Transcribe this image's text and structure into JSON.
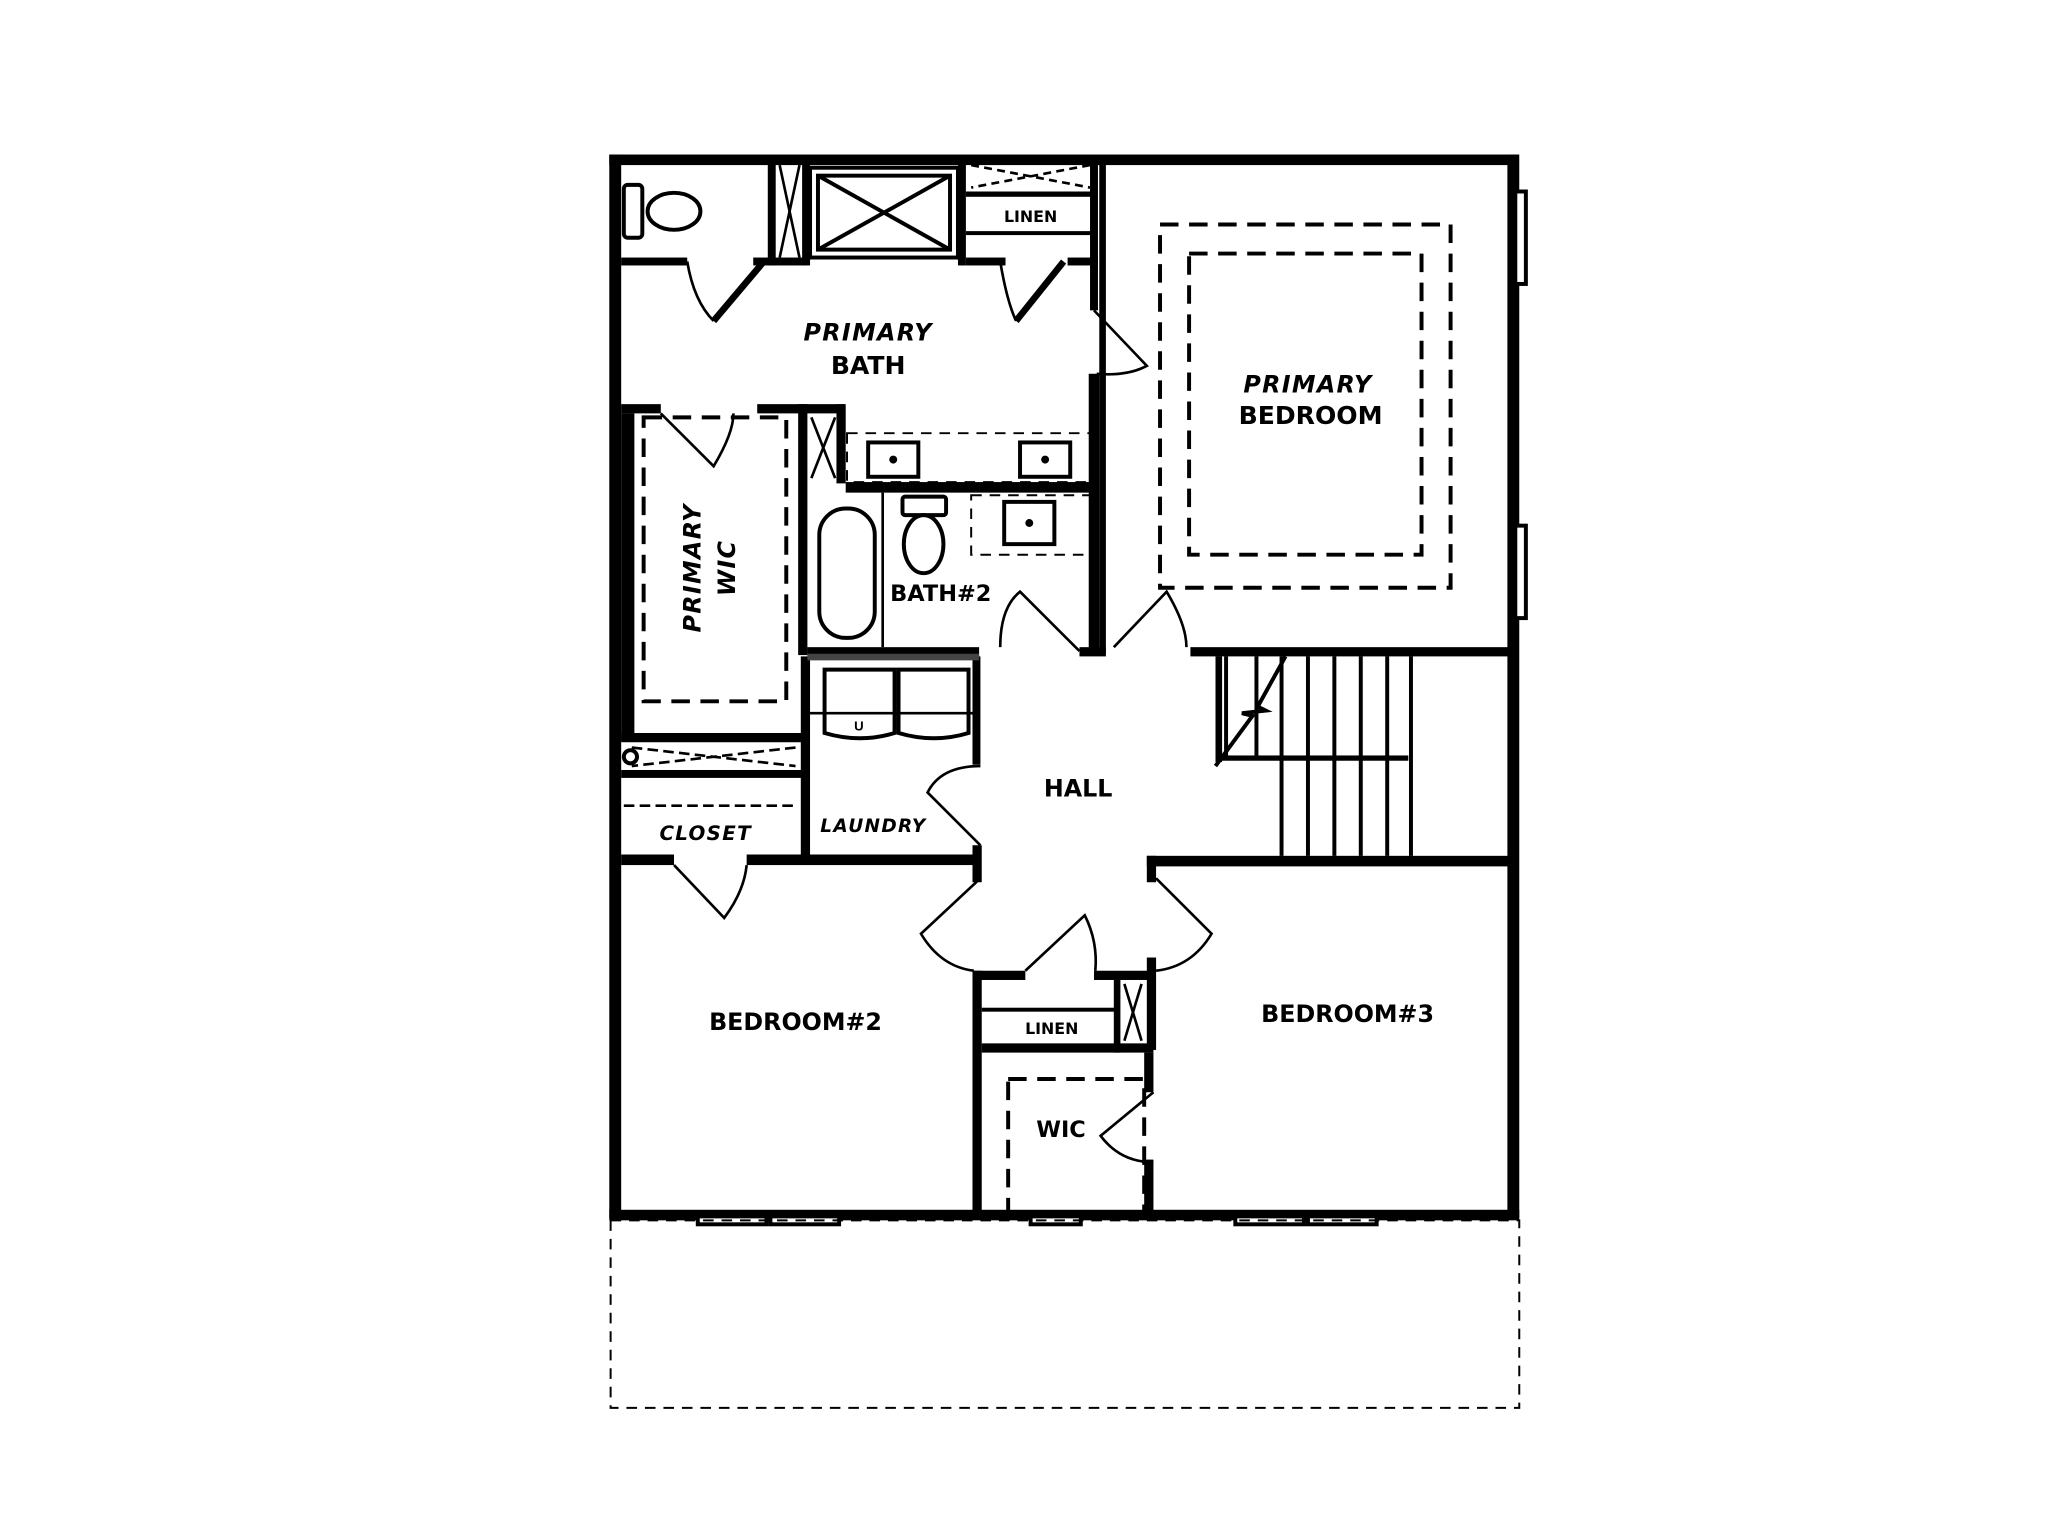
{
  "plan": {
    "rooms": {
      "primary_bath": {
        "line1": "PRIMARY",
        "line2": "BATH"
      },
      "primary_bedroom": {
        "line1": "PRIMARY",
        "line2": "BEDROOM"
      },
      "primary_wic": {
        "line1": "PRIMARY",
        "line2": "WIC"
      },
      "bath2": "BATH#2",
      "linen_top": "LINEN",
      "hall": "HALL",
      "closet": "CLOSET",
      "laundry": "LAUNDRY",
      "bedroom2": "BEDROOM#2",
      "bedroom3": "BEDROOM#3",
      "linen_bottom": "LINEN",
      "wic": "WIC"
    },
    "colors": {
      "line": "#000000",
      "background": "#ffffff"
    }
  }
}
